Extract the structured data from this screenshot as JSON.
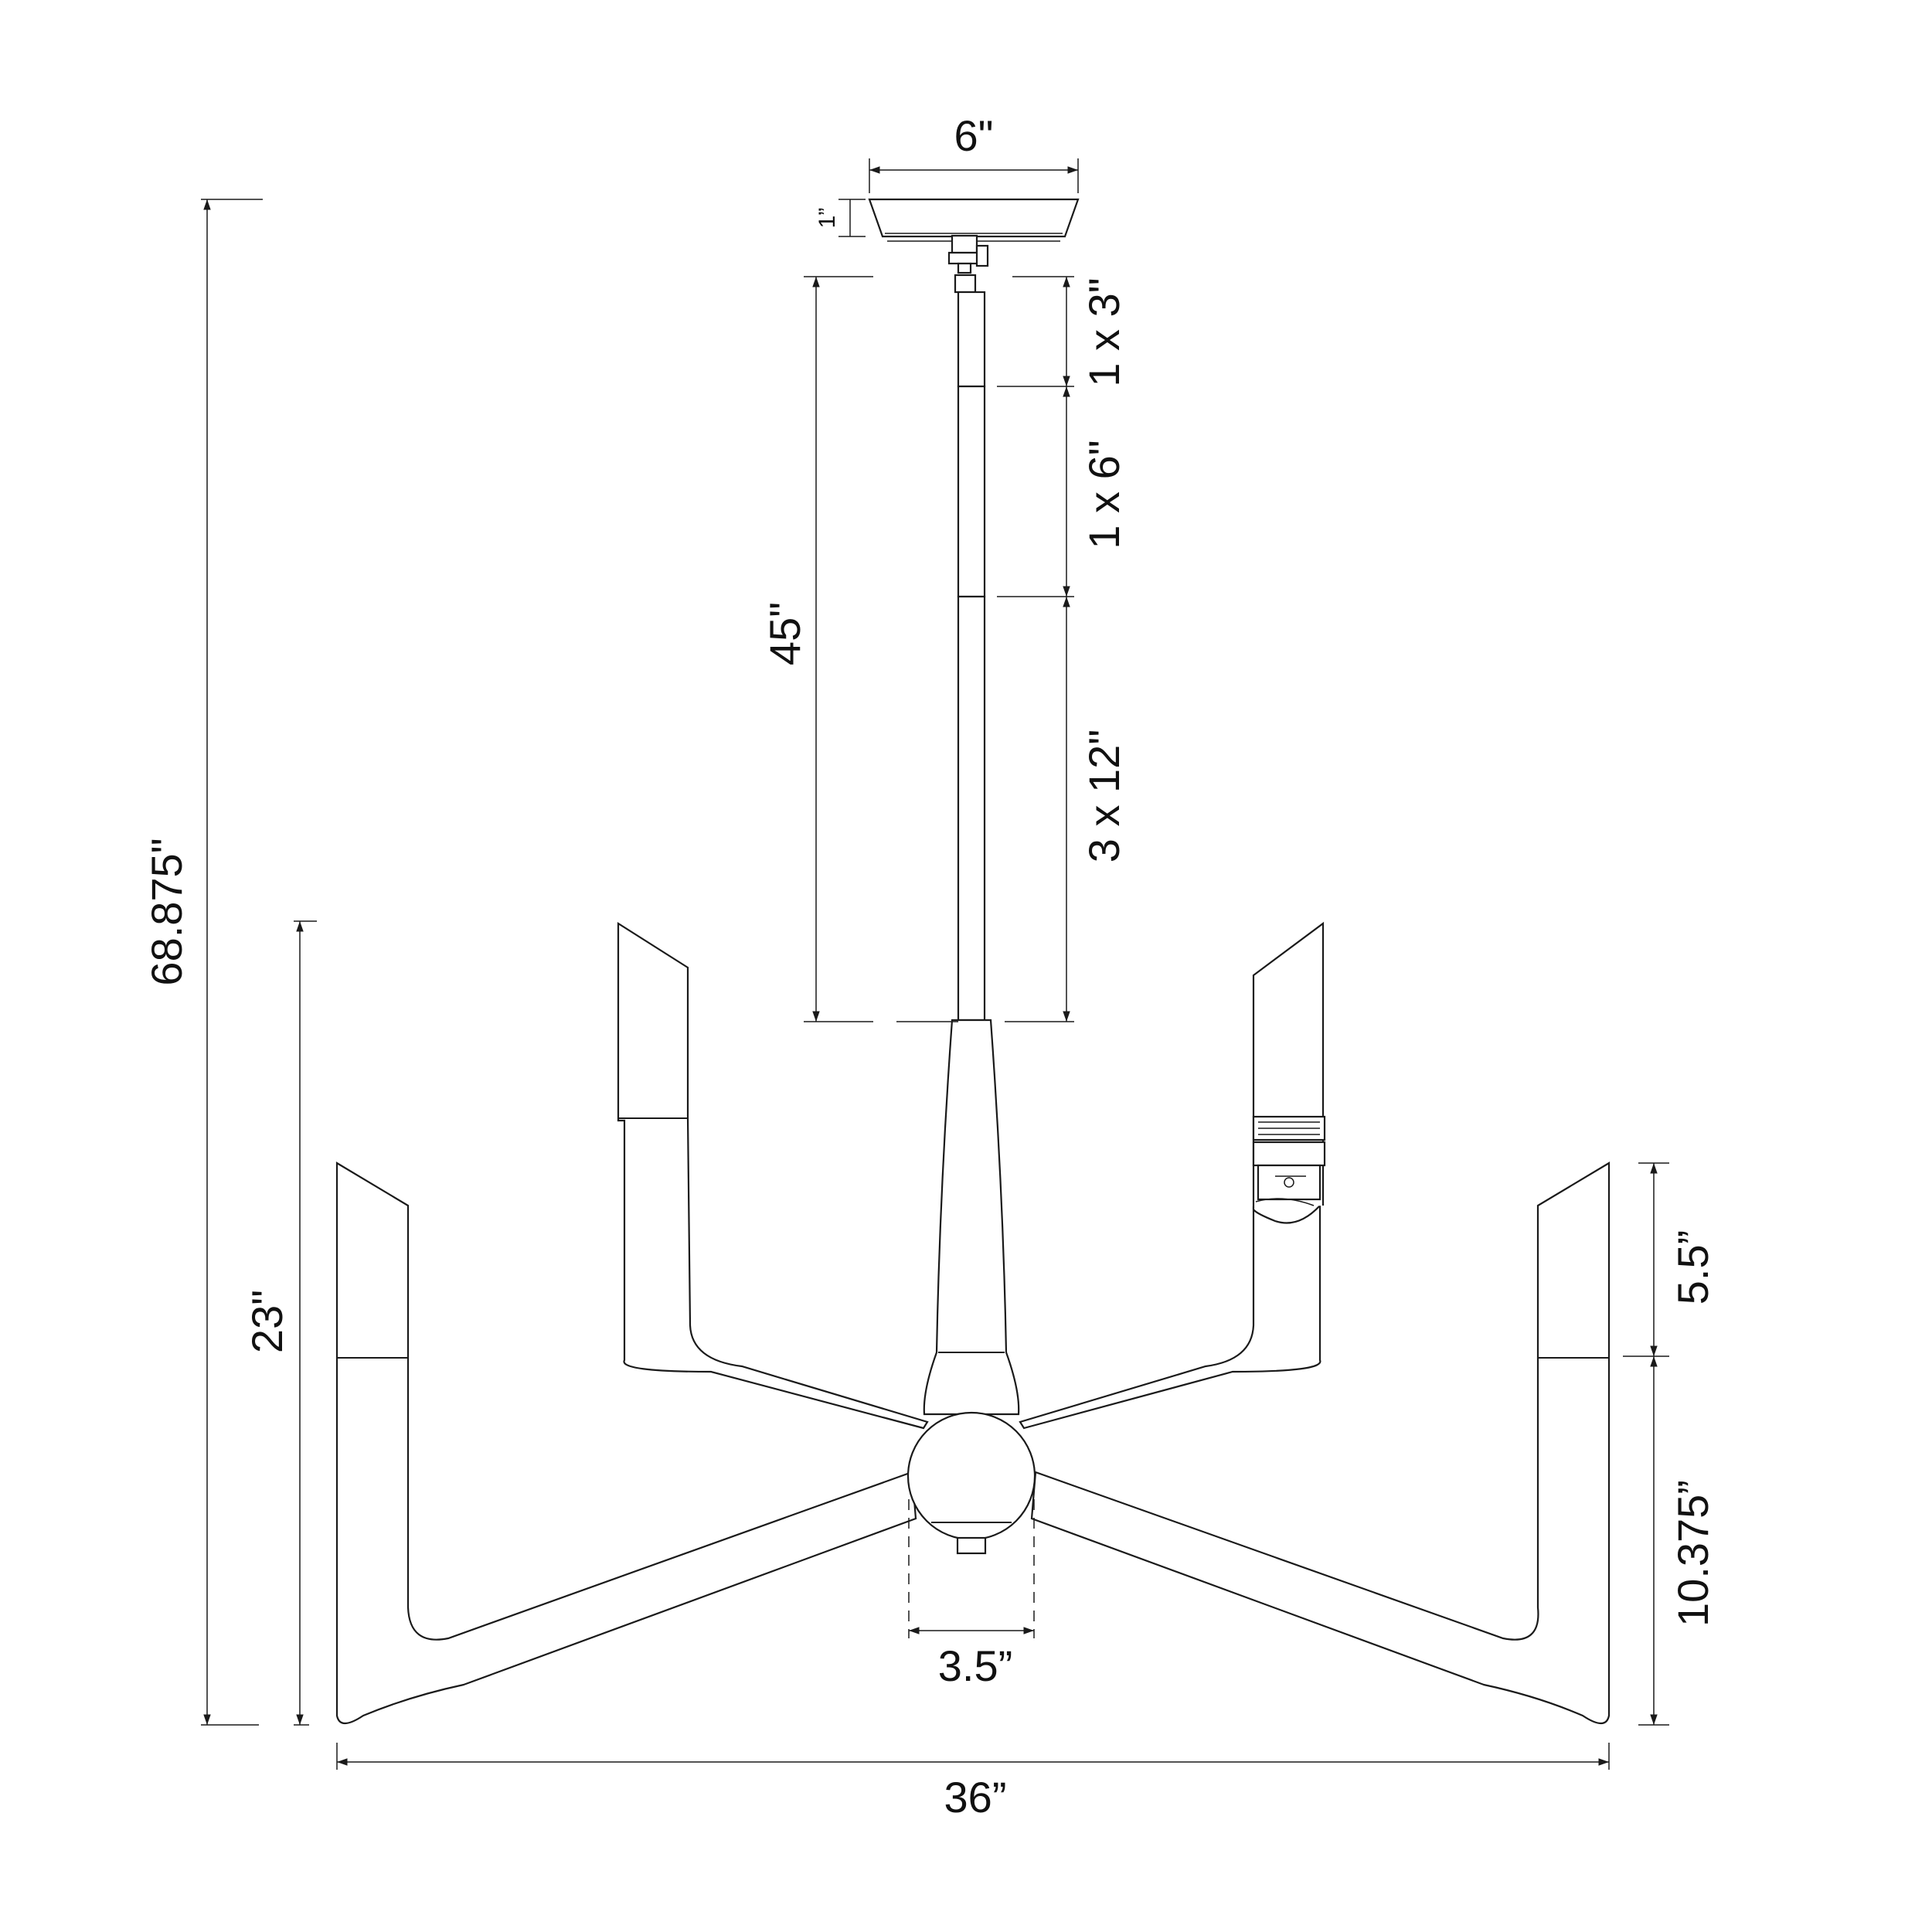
{
  "dimensions": {
    "canopy_width": "6\"",
    "canopy_height": "1”",
    "rod_1": "1 x 3\"",
    "rod_2": "1 x 6\"",
    "rod_3": "3 x 12\"",
    "rod_total": "45\"",
    "overall_height": "68.875\"",
    "body_height": "23\"",
    "cup_height": "5.5”",
    "arm_height": "10.375”",
    "center_width": "3.5”",
    "overall_width": "36”"
  }
}
